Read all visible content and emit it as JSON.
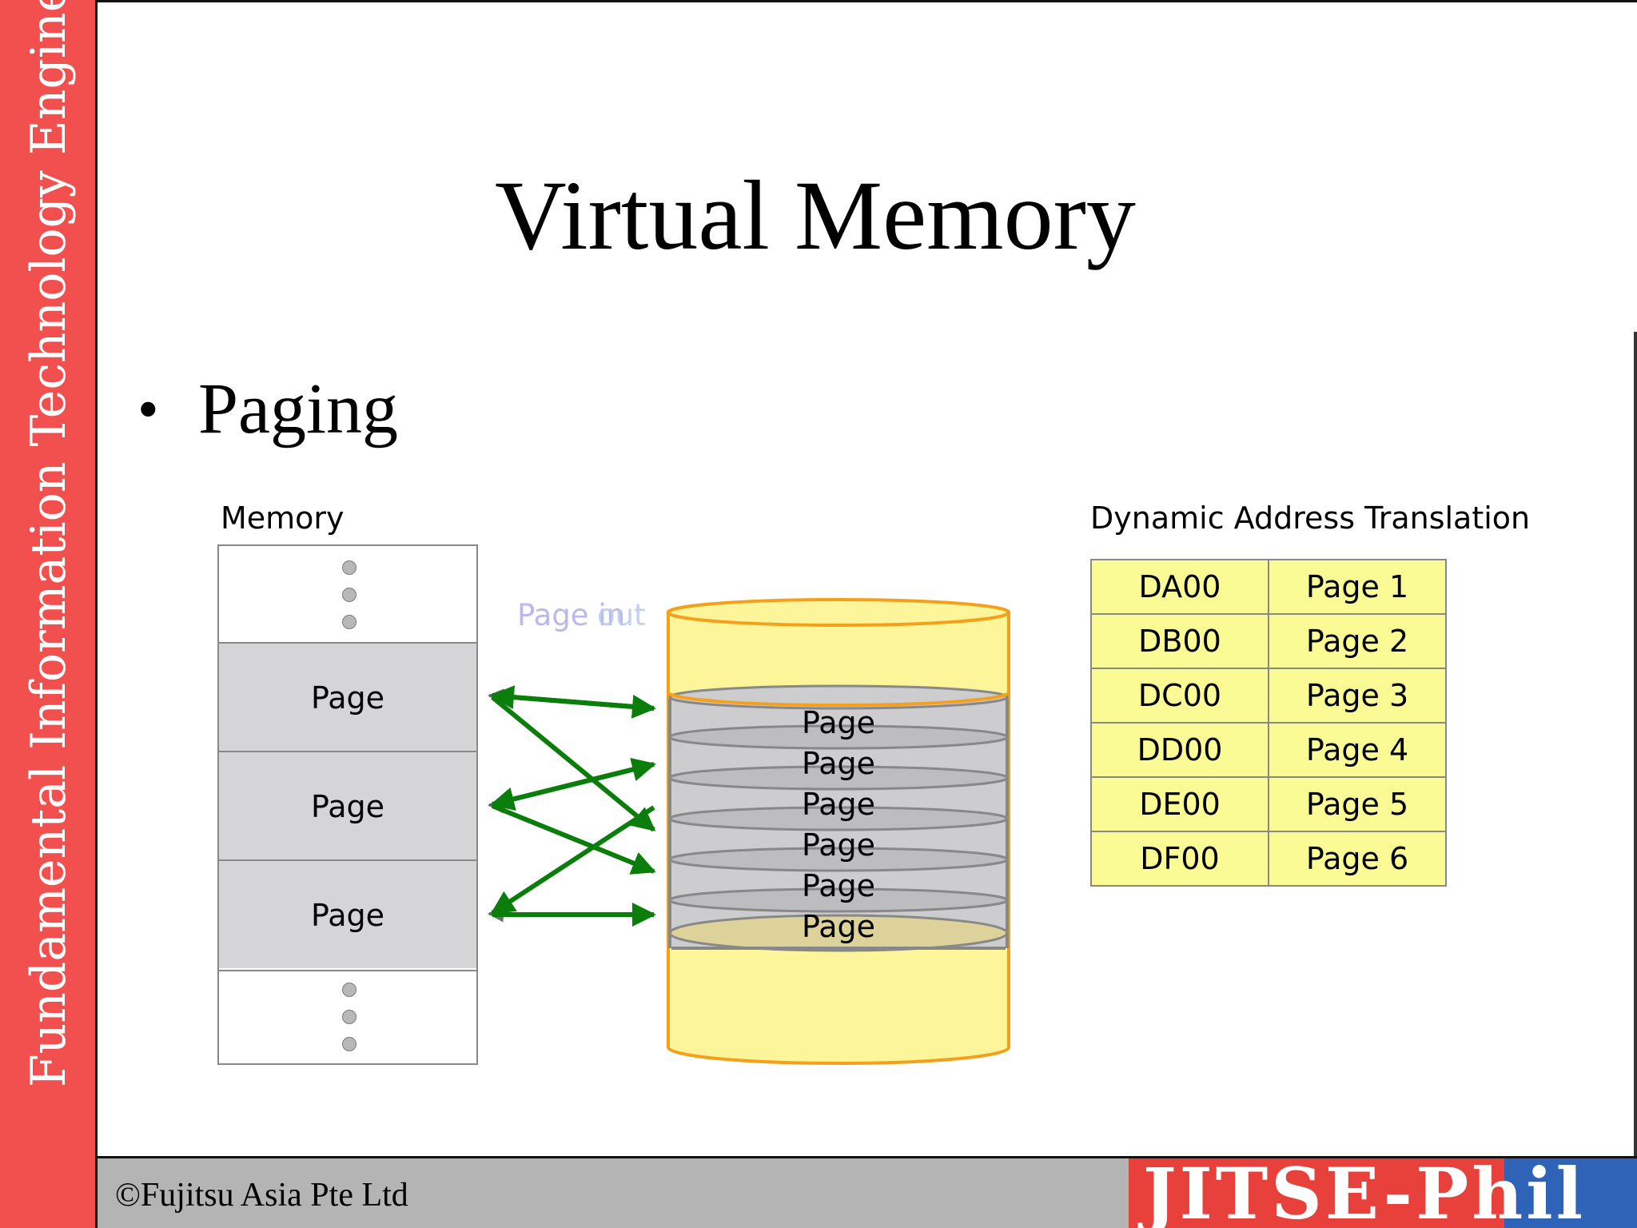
{
  "sidebar": {
    "text": "Fundamental Information Technology Engineers"
  },
  "slide": {
    "title": "Virtual Memory",
    "bullet": "Paging"
  },
  "memory": {
    "label": "Memory",
    "pages": [
      "Page",
      "Page",
      "Page"
    ]
  },
  "transfer_label": {
    "a": "Page in",
    "b": "out"
  },
  "disk": {
    "pages": [
      "Page",
      "Page",
      "Page",
      "Page",
      "Page",
      "Page"
    ]
  },
  "dat": {
    "label": "Dynamic Address Translation",
    "rows": [
      {
        "address": "DA00",
        "page": "Page 1"
      },
      {
        "address": "DB00",
        "page": "Page 2"
      },
      {
        "address": "DC00",
        "page": "Page 3"
      },
      {
        "address": "DD00",
        "page": "Page 4"
      },
      {
        "address": "DE00",
        "page": "Page 5"
      },
      {
        "address": "DF00",
        "page": "Page 6"
      }
    ]
  },
  "footer": {
    "copyright": "©Fujitsu Asia Pte Ltd",
    "logo": "JITSE-Phil"
  },
  "colors": {
    "sidebar": "#f2504f",
    "disk_fill": "#fdf59a",
    "disk_outline": "#f5a01a",
    "arrow": "#0a7d0a",
    "table_fill": "#fbfb96"
  }
}
